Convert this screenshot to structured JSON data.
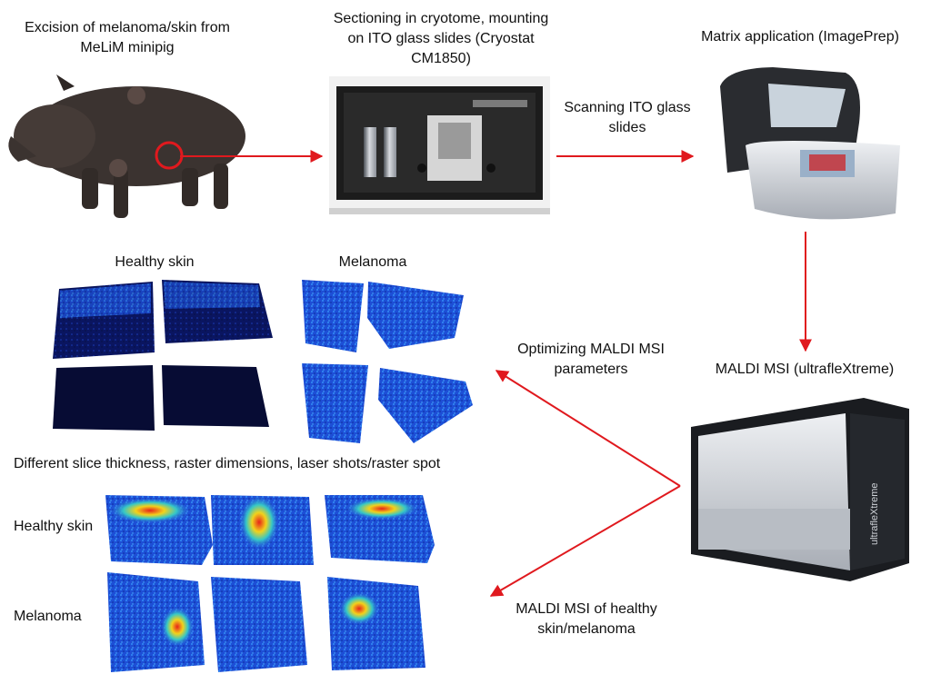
{
  "steps": {
    "excision": "Excision of melanoma/skin from MeLiM minipig",
    "sectioning": "Sectioning in cryotome, mounting on ITO glass slides (Cryostat CM1850)",
    "scanning": "Scanning ITO glass slides",
    "matrix": "Matrix application (ImagePrep)",
    "maldi": "MALDI MSI (ultrafleXtreme)",
    "optimizing": "Optimizing MALDI MSI parameters",
    "maldi_skin": "MALDI MSI of healthy skin/melanoma"
  },
  "top_panel": {
    "healthy_title": "Healthy skin",
    "melanoma_title": "Melanoma"
  },
  "bottom_panel": {
    "caption": "Different slice thickness, raster dimensions, laser shots/raster spot",
    "row_healthy": "Healthy skin",
    "row_melanoma": "Melanoma"
  },
  "colors": {
    "arrow": "#e0191e",
    "heat_low": "#0b1f6e",
    "heat_mid": "#2f6fe0",
    "heat_high": "#e8231a"
  },
  "icons": [
    "pig-photo",
    "cryostat-photo",
    "imageprep-photo",
    "ultraflextreme-photo"
  ]
}
